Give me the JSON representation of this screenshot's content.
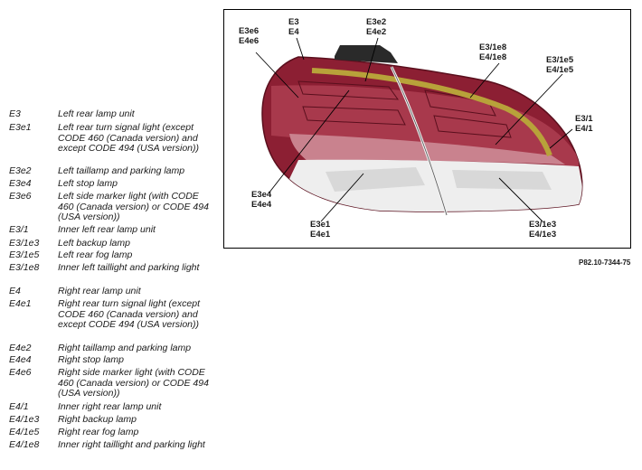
{
  "legend": [
    {
      "code": "E3",
      "desc": "Left rear lamp unit"
    },
    {
      "code": "E3e1",
      "desc": "Left rear turn signal light (except CODE 460 (Canada version) and except CODE 494 (USA version))"
    },
    {
      "code": "E3e2",
      "desc": "Left taillamp and parking lamp"
    },
    {
      "code": "E3e4",
      "desc": "Left stop lamp"
    },
    {
      "code": "E3e6",
      "desc": "Left side marker light (with CODE 460 (Canada version) or CODE 494 (USA version))"
    },
    {
      "code": "E3/1",
      "desc": "Inner left rear lamp unit"
    },
    {
      "code": "E3/1e3",
      "desc": "Left backup lamp"
    },
    {
      "code": "E3/1e5",
      "desc": "Left rear fog lamp"
    },
    {
      "code": "E3/1e8",
      "desc": "Inner left taillight and parking light"
    },
    {
      "code": "E4",
      "desc": "Right rear lamp unit"
    },
    {
      "code": "E4e1",
      "desc": "Right rear turn signal light (except CODE 460 (Canada version) and except CODE 494 (USA version))"
    },
    {
      "code": "E4e2",
      "desc": "Right taillamp and parking lamp"
    },
    {
      "code": "E4e4",
      "desc": "Right stop lamp"
    },
    {
      "code": "E4e6",
      "desc": "Right side marker light (with CODE 460 (Canada version) or CODE 494 (USA version))"
    },
    {
      "code": "E4/1",
      "desc": "Inner right rear lamp unit"
    },
    {
      "code": "E4/1e3",
      "desc": "Right backup lamp"
    },
    {
      "code": "E4/1e5",
      "desc": "Right rear fog lamp"
    },
    {
      "code": "E4/1e8",
      "desc": "Inner right taillight and parking light"
    }
  ],
  "callouts": {
    "e3e6": [
      "E3e6",
      "E4e6"
    ],
    "e3": [
      "E3",
      "E4"
    ],
    "e3e2": [
      "E3e2",
      "E4e2"
    ],
    "e31e8": [
      "E3/1e8",
      "E4/1e8"
    ],
    "e31e5": [
      "E3/1e5",
      "E4/1e5"
    ],
    "e31": [
      "E3/1",
      "E4/1"
    ],
    "e3e4": [
      "E3e4",
      "E4e4"
    ],
    "e3e1": [
      "E3e1",
      "E4e1"
    ],
    "e31e3": [
      "E3/1e3",
      "E4/1e3"
    ]
  },
  "figure_ref": "P82.10-7344-75",
  "colors": {
    "lens_red": "#8c1f33",
    "lens_light": "#c9828e",
    "amber_strip": "#b8a23a",
    "clear_lens": "#eeeeee"
  }
}
